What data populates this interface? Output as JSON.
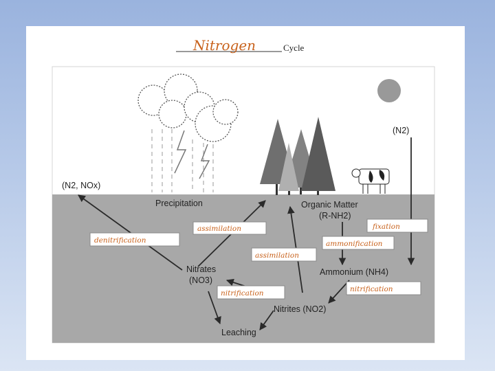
{
  "title": {
    "handwritten": "Nitrogen",
    "printed": "Cycle"
  },
  "labels": {
    "n2_nox": "(N2, NOx)",
    "n2": "(N2)",
    "precipitation": "Precipitation",
    "organic_matter": "Organic Matter",
    "rnh2": "(R-NH2)",
    "nitrates": "Nitrates",
    "no3": "(NO3)",
    "ammonium": "Ammonium (NH4)",
    "nitrites": "Nitrites (NO2)",
    "leaching": "Leaching"
  },
  "handwritten": {
    "denitrification": "denitrification",
    "assimilation_1": "assimilation",
    "assimilation_2": "assimilation",
    "fixation": "fixation",
    "ammonification": "ammonification",
    "nitrification_1": "nitrification",
    "nitrification_2": "nitrification"
  },
  "colors": {
    "soil": "#a8a8a8",
    "handwriting": "#c8621c",
    "background_top": "#9ab3de",
    "background_bottom": "#dbe5f4"
  },
  "icons": [
    "cloud-icon",
    "lightning-icon",
    "sun-icon",
    "tree-icon",
    "cow-icon"
  ]
}
